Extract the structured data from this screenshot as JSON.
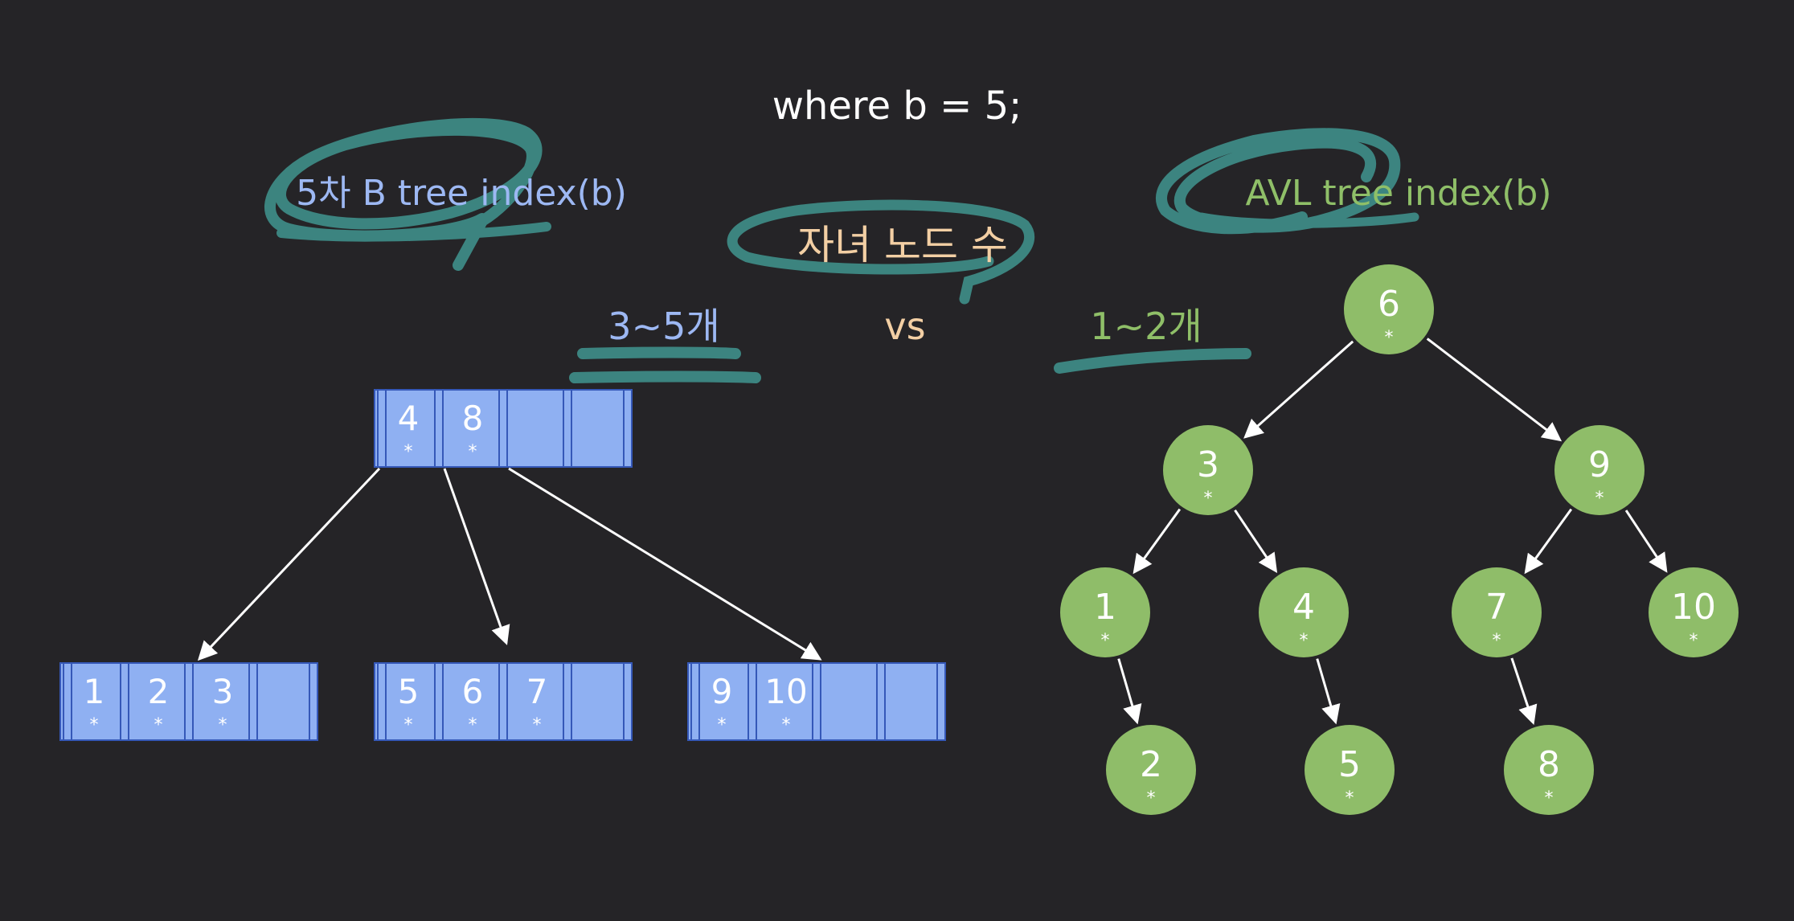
{
  "title": "where b = 5;",
  "btree": {
    "label": "5차 B tree index(b)",
    "child_count": "3~5개",
    "root": [
      "4",
      "8",
      "",
      ""
    ],
    "leaves": [
      [
        "1",
        "2",
        "3",
        ""
      ],
      [
        "5",
        "6",
        "7",
        ""
      ],
      [
        "9",
        "10",
        "",
        ""
      ]
    ],
    "pointer_mark": "*"
  },
  "comparison": {
    "heading": "자녀 노드 수",
    "vs": "vs"
  },
  "avl": {
    "label": "AVL tree index(b)",
    "child_count": "1~2개",
    "nodes": [
      "6",
      "3",
      "9",
      "1",
      "4",
      "7",
      "10",
      "2",
      "5",
      "8"
    ],
    "edges": [
      [
        0,
        1
      ],
      [
        0,
        2
      ],
      [
        1,
        3
      ],
      [
        1,
        4
      ],
      [
        2,
        5
      ],
      [
        2,
        6
      ],
      [
        3,
        7
      ],
      [
        4,
        8
      ],
      [
        5,
        9
      ]
    ],
    "pointer_mark": "*"
  },
  "colors": {
    "background": "#252427",
    "btree_text": "#9db8f3",
    "btree_node_fill": "#8fb0f2",
    "btree_node_stroke": "#3558b8",
    "avl_text": "#8fbf68",
    "avl_node_fill": "#8fbd69",
    "comparison_text": "#f3cfa4",
    "highlight": "#3f8f8a",
    "arrow": "#ffffff"
  }
}
